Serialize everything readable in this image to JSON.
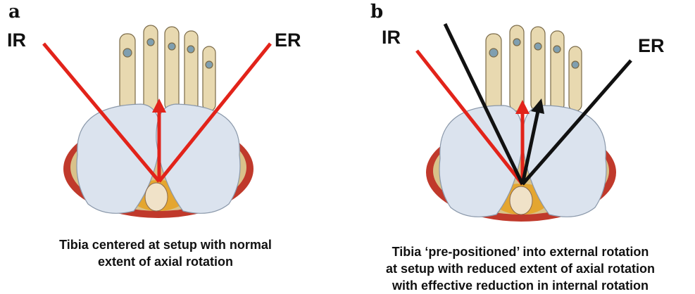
{
  "panel_a": {
    "label": "a",
    "ir": "IR",
    "er": "ER",
    "caption": [
      "Tibia centered at setup with normal",
      "extent of axial rotation"
    ]
  },
  "panel_b": {
    "label": "b",
    "ir": "IR",
    "er": "ER",
    "caption": [
      "Tibia ‘pre-positioned’ into external rotation",
      "at setup with reduced extent of axial rotation",
      "with effective reduction in internal rotation"
    ]
  },
  "colors": {
    "red_line": "#e2231a",
    "black_line": "#111111",
    "bone": "#e9dcb6",
    "cartilage": "#d9e1ec",
    "tissue_red": "#c0392b"
  }
}
